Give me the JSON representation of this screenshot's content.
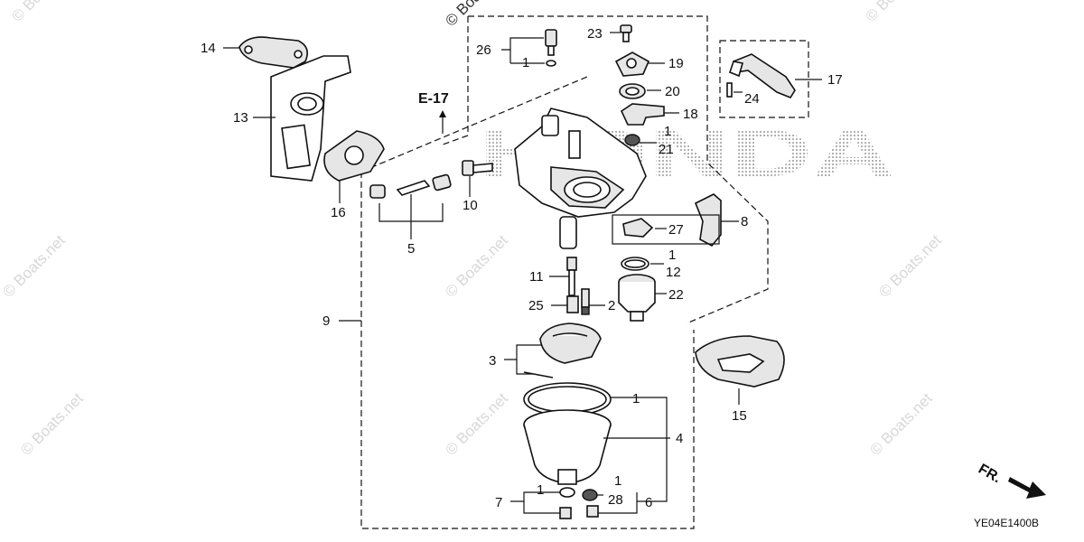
{
  "watermark": {
    "text": "© Boats.net",
    "brand": "HONDA"
  },
  "reference": {
    "label": "E-17"
  },
  "callouts": {
    "n1": "1",
    "n2": "2",
    "n3": "3",
    "n4": "4",
    "n5": "5",
    "n6": "6",
    "n7": "7",
    "n8": "8",
    "n9": "9",
    "n10": "10",
    "n11": "11",
    "n12": "12",
    "n13": "13",
    "n14": "14",
    "n15": "15",
    "n16": "16",
    "n17": "17",
    "n18": "18",
    "n19": "19",
    "n20": "20",
    "n21": "21",
    "n22": "22",
    "n23": "23",
    "n24": "24",
    "n25": "25",
    "n26": "26",
    "n27": "27",
    "n28": "28"
  },
  "direction": {
    "label": "FR."
  },
  "diagram_code": "YE04E1400B"
}
